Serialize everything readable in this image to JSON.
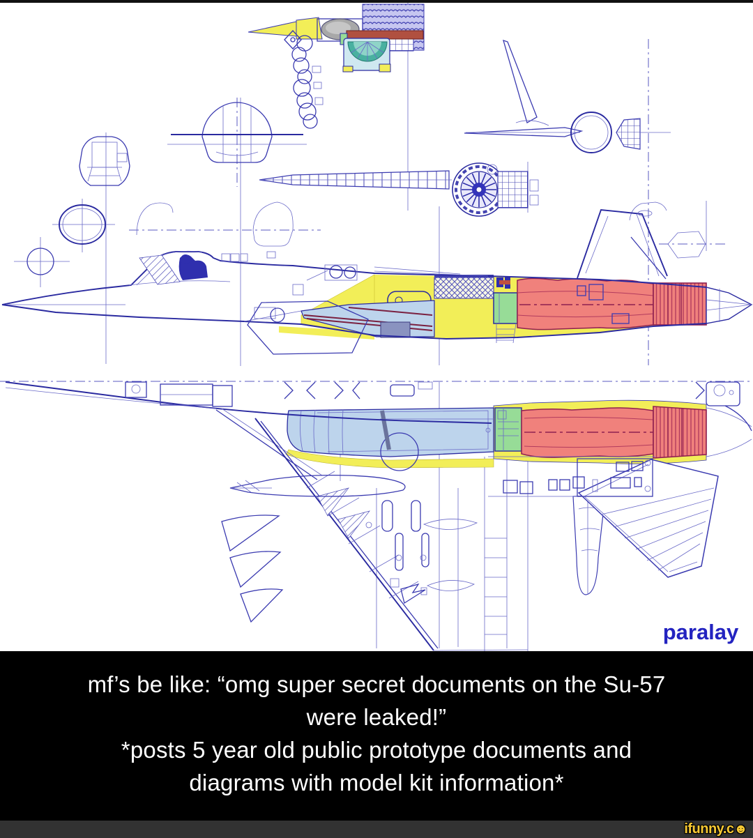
{
  "diagram": {
    "artist_credit": "paralay",
    "colors": {
      "blueprint_line": "#3a3ab0",
      "highlight_yellow": "#f2ee58",
      "duct_blue": "#bdd4ec",
      "engine_red": "#f0817c",
      "gearbox_green": "#97dc97",
      "radar_teal": "#49b0a0",
      "credit_blue": "#2323c0"
    }
  },
  "caption": {
    "lines": [
      "mf’s be like: “omg super secret documents on the Su-57",
      "were leaked!”",
      "*posts 5 year old public prototype documents and",
      "diagrams with model kit information*"
    ],
    "background": "#000000",
    "text_color": "#ffffff"
  },
  "watermark": {
    "text": "ifunny.c",
    "smiley": "☻",
    "color": "#f6c833"
  }
}
